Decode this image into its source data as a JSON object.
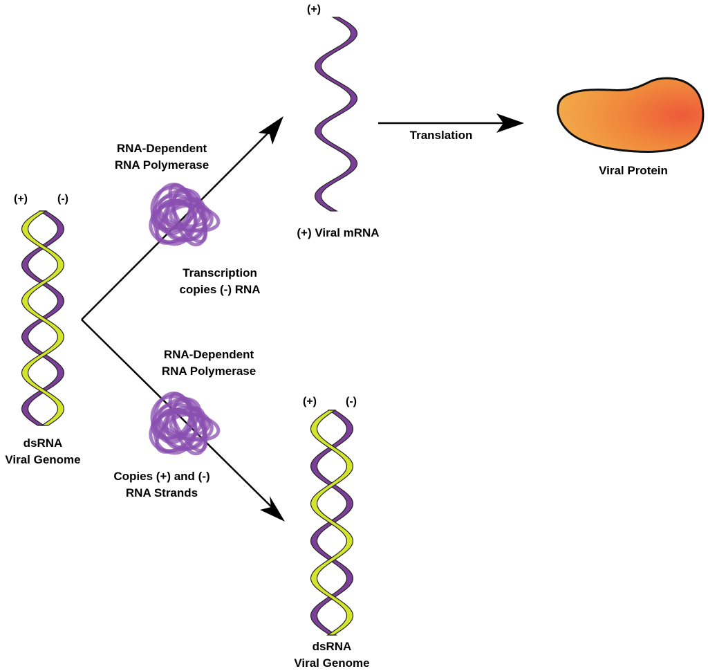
{
  "colors": {
    "plus_strand": "#7b3f98",
    "minus_strand": "#d4e62c",
    "polymerase": "#8a4fb0",
    "protein_fill": "#f08a3c",
    "protein_stroke": "#111111",
    "arrow": "#000000"
  },
  "genome_left": {
    "plus_label": "(+)",
    "minus_label": "(-)",
    "title_line1": "dsRNA",
    "title_line2": "Viral Genome"
  },
  "transcription": {
    "enzyme_line1": "RNA-Dependent",
    "enzyme_line2": "RNA Polymerase",
    "action_line1": "Transcription",
    "action_line2": "copies (-) RNA"
  },
  "mrna": {
    "plus_label": "(+)",
    "title": "(+) Viral mRNA"
  },
  "translation": {
    "label": "Translation"
  },
  "protein": {
    "title": "Viral Protein"
  },
  "replication": {
    "enzyme_line1": "RNA-Dependent",
    "enzyme_line2": "RNA Polymerase",
    "action_line1": "Copies (+) and (-)",
    "action_line2": "RNA Strands"
  },
  "genome_new": {
    "plus_label": "(+)",
    "minus_label": "(-)",
    "title_line1": "dsRNA",
    "title_line2": "Viral Genome"
  }
}
